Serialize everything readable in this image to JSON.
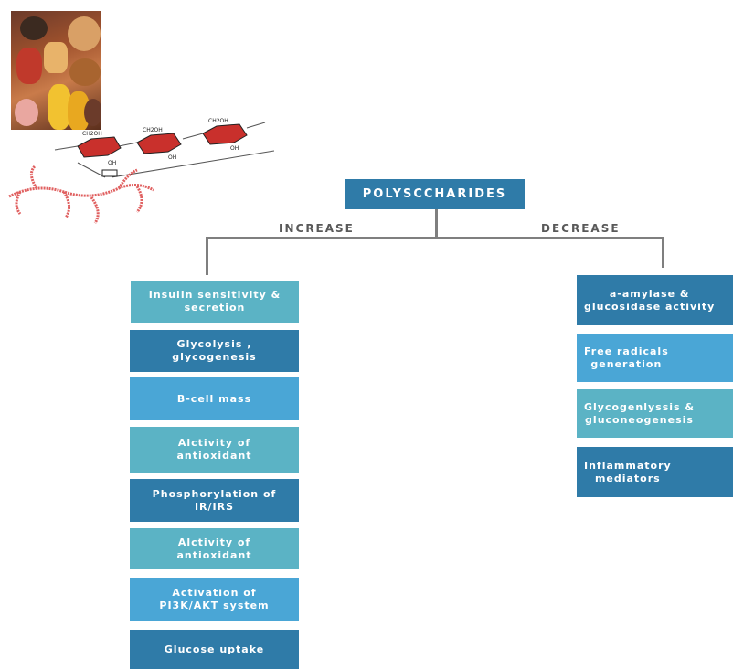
{
  "diagram": {
    "title": "POLYSCCHARIDES",
    "increase_label": "INCREASE",
    "decrease_label": "DECREASE",
    "increase_items": [
      {
        "text": "Insulin sensitivity &\nsecretion",
        "color": "#5bb3c5"
      },
      {
        "text": "Glycolysis ,\nglycogenesis",
        "color": "#2f7ba8"
      },
      {
        "text": "B-cell mass",
        "color": "#4aa6d6"
      },
      {
        "text": "Alctivity of\nantioxidant",
        "color": "#5bb3c5"
      },
      {
        "text": "Phosphorylation of\nIR/IRS",
        "color": "#2f7ba8"
      },
      {
        "text": "Alctivity of\nantioxidant",
        "color": "#5bb3c5"
      },
      {
        "text": "Activation of\nPI3K/AKT system",
        "color": "#4aa6d6"
      },
      {
        "text": "Glucose uptake",
        "color": "#2f7ba8"
      }
    ],
    "decrease_items": [
      {
        "text": "a-amylase &\nglucosidase activity",
        "color": "#2f7ba8"
      },
      {
        "text": "Free radicals\ngeneration",
        "color": "#4aa6d6"
      },
      {
        "text": "Glycogenlyssis &\ngluconeogenesis",
        "color": "#5bb3c5"
      },
      {
        "text": "Inflammatory\nmediators",
        "color": "#2f7ba8"
      }
    ]
  },
  "images": {
    "food_photo": "carbohydrate-foods-photo",
    "molecule": "polysaccharide-structure-drawing"
  }
}
